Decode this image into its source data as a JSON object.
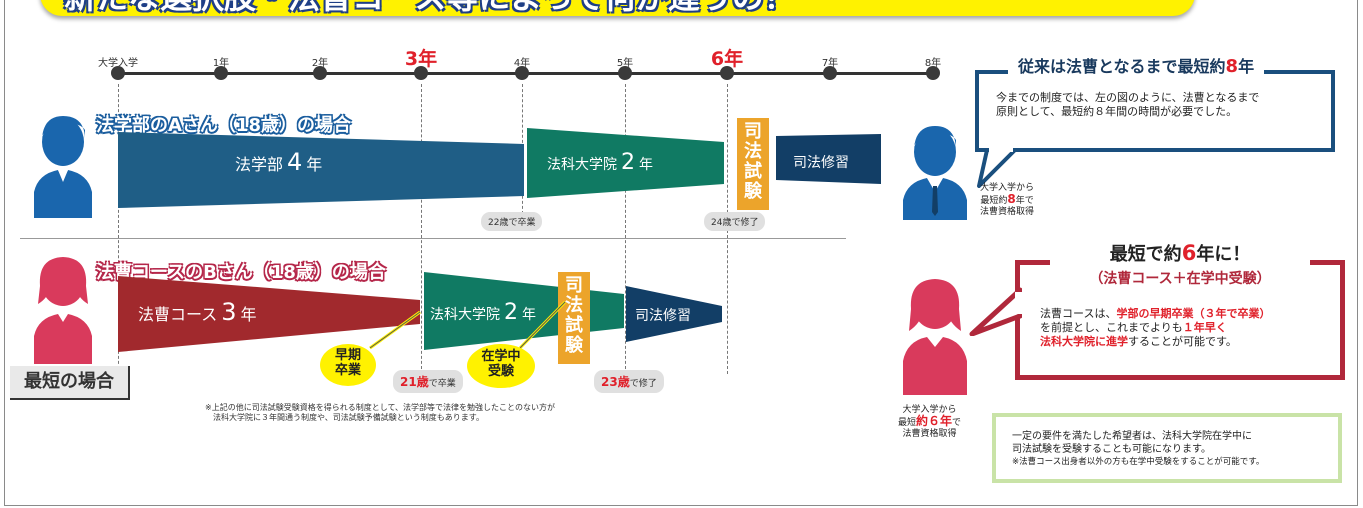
{
  "banner": {
    "text": "新たな選択肢・法曹コース等によって何が違うの？"
  },
  "timeline": {
    "labels": [
      {
        "text": "大学入学",
        "big": false
      },
      {
        "text": "1年",
        "big": false
      },
      {
        "text": "2年",
        "big": false
      },
      {
        "text": "3年",
        "big": true
      },
      {
        "text": "4年",
        "big": false
      },
      {
        "text": "5年",
        "big": false
      },
      {
        "text": "6年",
        "big": true
      },
      {
        "text": "7年",
        "big": false
      },
      {
        "text": "8年",
        "big": false
      }
    ]
  },
  "person_a": {
    "label": "法学部のAさん（18歳）の場合",
    "seg1_name": "法学部",
    "seg1_num": "4",
    "seg1_unit": "年",
    "seg2_name": "法科大学院",
    "seg2_num": "2",
    "seg2_unit": "年",
    "exam": [
      "司",
      "法",
      "試",
      "験"
    ],
    "seg3": "司法修習",
    "pill1_num": "22",
    "pill1_text": "歳で卒業",
    "pill2_num": "24",
    "pill2_text": "歳で修了"
  },
  "person_b": {
    "label": "法曹コースのBさん（18歳）の場合",
    "seg1_name": "法曹コース",
    "seg1_num": "3",
    "seg1_unit": "年",
    "seg2_name": "法科大学院",
    "seg2_num": "2",
    "seg2_unit": "年",
    "exam": [
      "司",
      "法",
      "試",
      "験"
    ],
    "seg3": "司法修習",
    "pill1_num": "21歳",
    "pill1_text": "で卒業",
    "pill2_num": "23歳",
    "pill2_text": "で修了",
    "bubble1": [
      "早期",
      "卒業"
    ],
    "bubble2": [
      "在学中",
      "受験"
    ],
    "shortest": "最短の場合"
  },
  "note": [
    "※上記の他に司法試験受験資格を得られる制度として、法学部等で法律を勉強したことのない方が",
    "　法科大学院に３年間通う制度や、司法試験予備試験という制度もあります。"
  ],
  "box1": {
    "title_pre": "従来は法曹となるまで最短約",
    "title_num": "8",
    "title_post": "年",
    "body": [
      "今までの制度では、左の図のように、法曹となるまで",
      "原則として、最短約８年間の時間が必要でした。"
    ]
  },
  "cap_a": {
    "l1": "大学入学から",
    "l2_pre": "最短約",
    "l2_num": "8",
    "l2_post": "年で",
    "l3": "法曹資格取得"
  },
  "box2": {
    "title_pre": "最短で約",
    "title_num": "6",
    "title_mid": "年",
    "title_post": "に！",
    "sub": "（法曹コース＋在学中受験）",
    "l1_pre": "法曹コースは、",
    "l1_red": "学部の早期卒業（３年で卒業）",
    "l2_pre": "を前提とし、これまでよりも",
    "l2_red": "１年早く",
    "l3_red": "法科大学院に進学",
    "l3_post": "することが可能です。"
  },
  "cap_b": {
    "l1": "大学入学から",
    "l2_pre": "最短",
    "l2_red": "約６年",
    "l2_post": "で",
    "l3": "法曹資格取得"
  },
  "box3": {
    "l1": "一定の要件を満たした希望者は、法科大学院在学中に",
    "l2": "司法試験を受験することも可能になります。",
    "l3": "※法曹コース出身者以外の方も在学中受験をすることが可能です。"
  },
  "colors": {
    "blue_dark": "#1f5e86",
    "teal": "#107a63",
    "navy": "#123e66",
    "red": "#a1292d",
    "orange": "#eca42b",
    "pink": "#d93a5c",
    "person_blue": "#1a66ad"
  }
}
